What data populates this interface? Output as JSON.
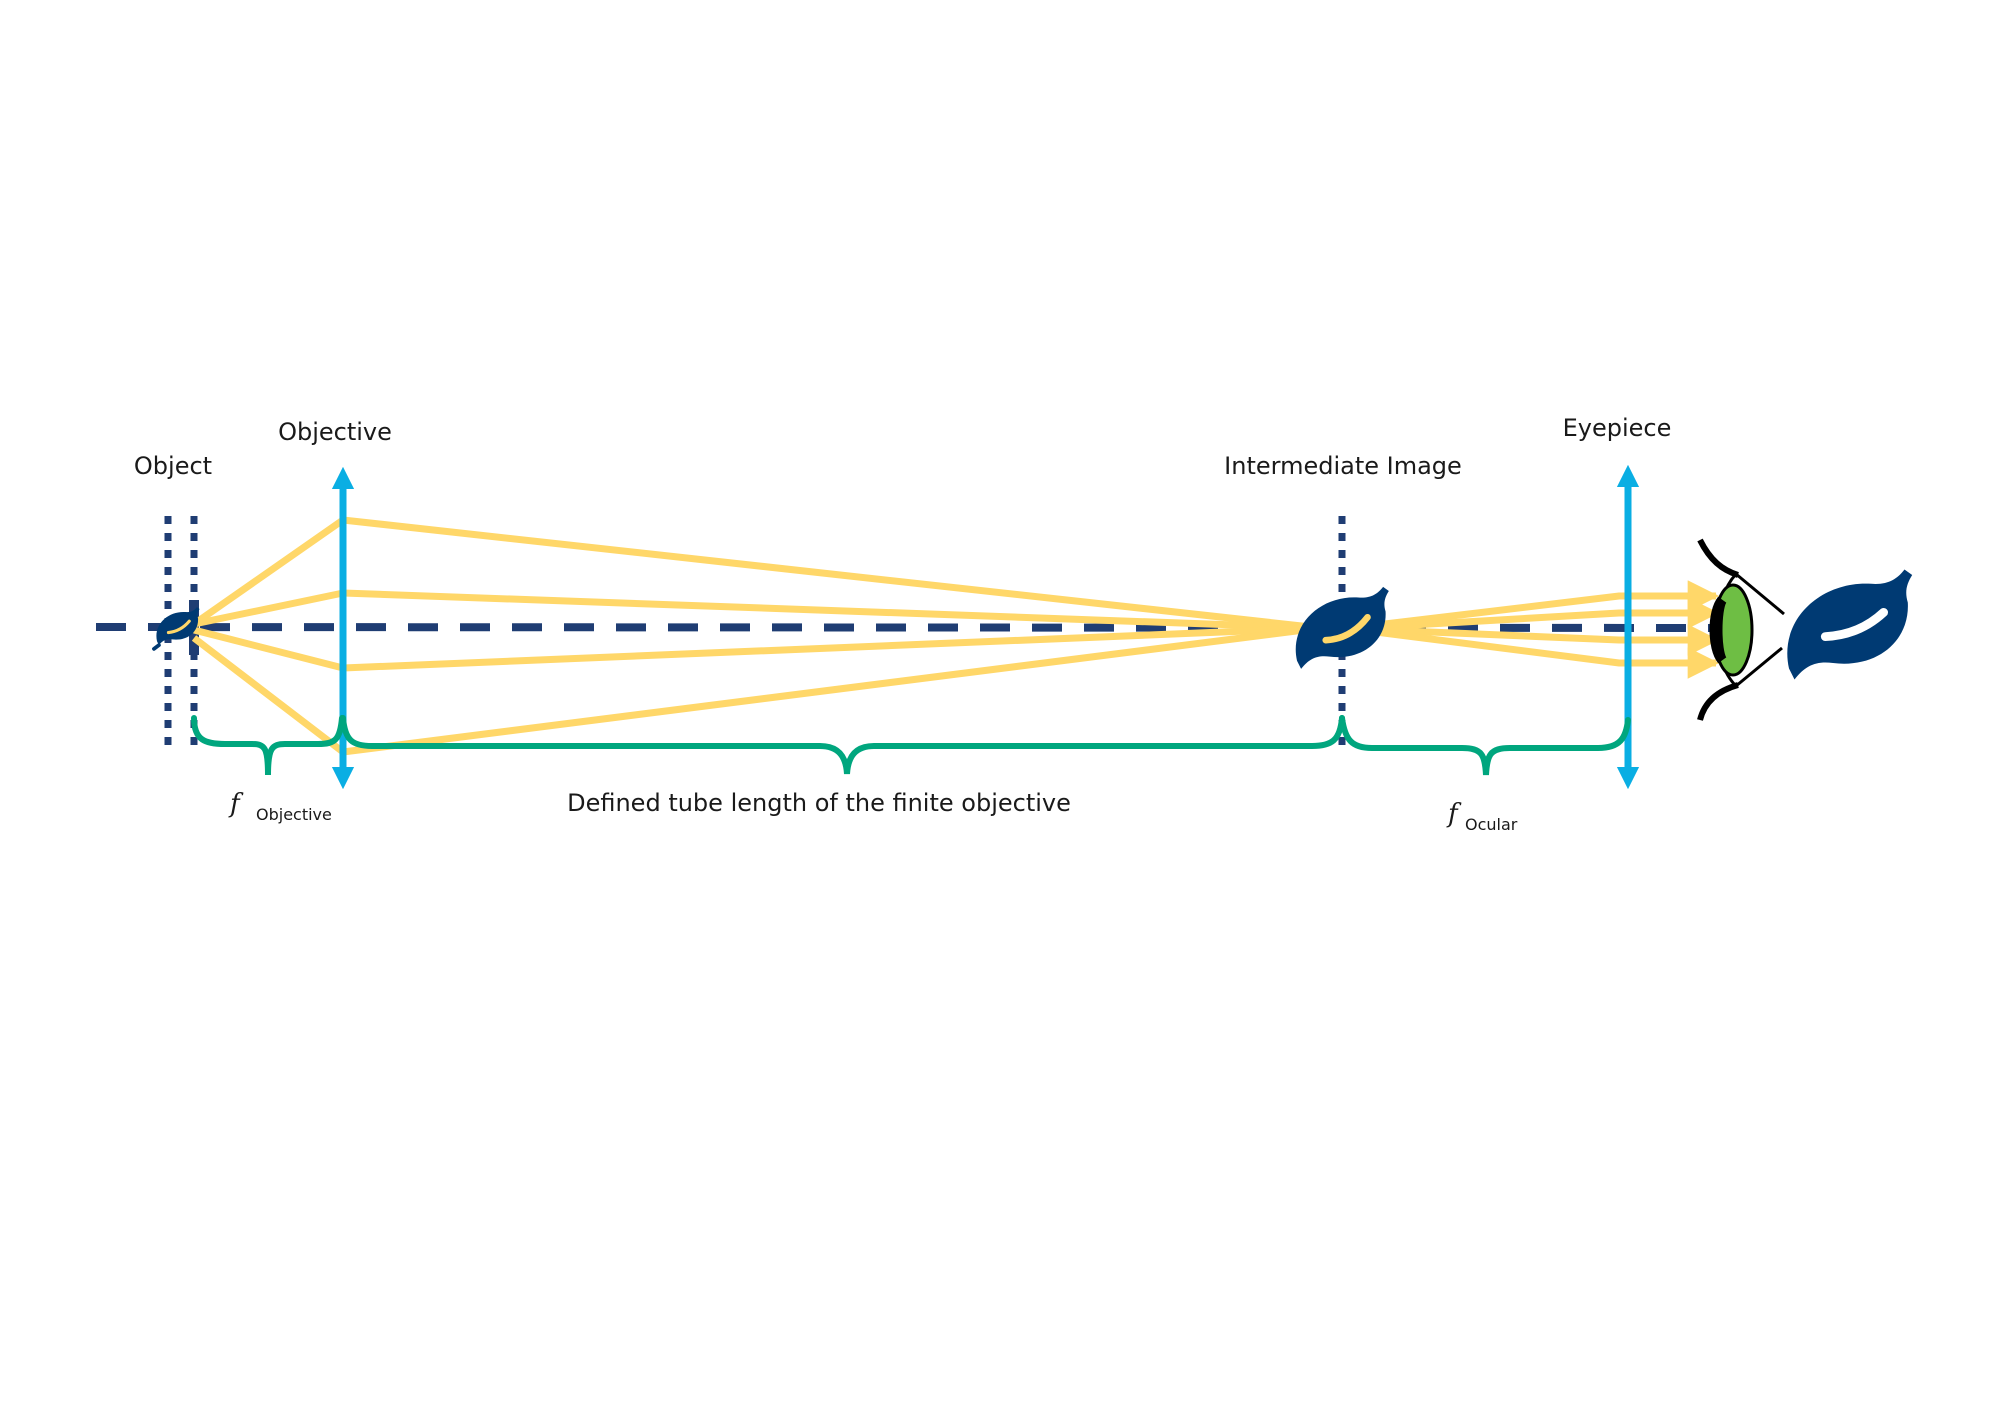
{
  "title": "Finite-conjugate microscope optical path",
  "labels": {
    "object": "Object",
    "objective": "Objective",
    "intermediate_image": "Intermediate Image",
    "eyepiece": "Eyepiece",
    "tube_length": "Defined tube length of the finite objective",
    "f_symbol": "f",
    "f_objective_sub": "Objective",
    "f_ocular_sub": "Ocular"
  },
  "colors": {
    "optical_axis": "#1f3d73",
    "focal_planes": "#1f3d73",
    "lens": "#0aaee3",
    "rays": "#ffd769",
    "brace": "#00a67e",
    "leaf": "#003a73",
    "eye_iris": "#6ebe44",
    "eye_outline": "#000000"
  },
  "icons": {
    "object_leaf": "leaf-icon",
    "intermediate_leaf": "leaf-icon",
    "virtual_image_leaf": "leaf-icon",
    "eye": "eye-icon"
  }
}
